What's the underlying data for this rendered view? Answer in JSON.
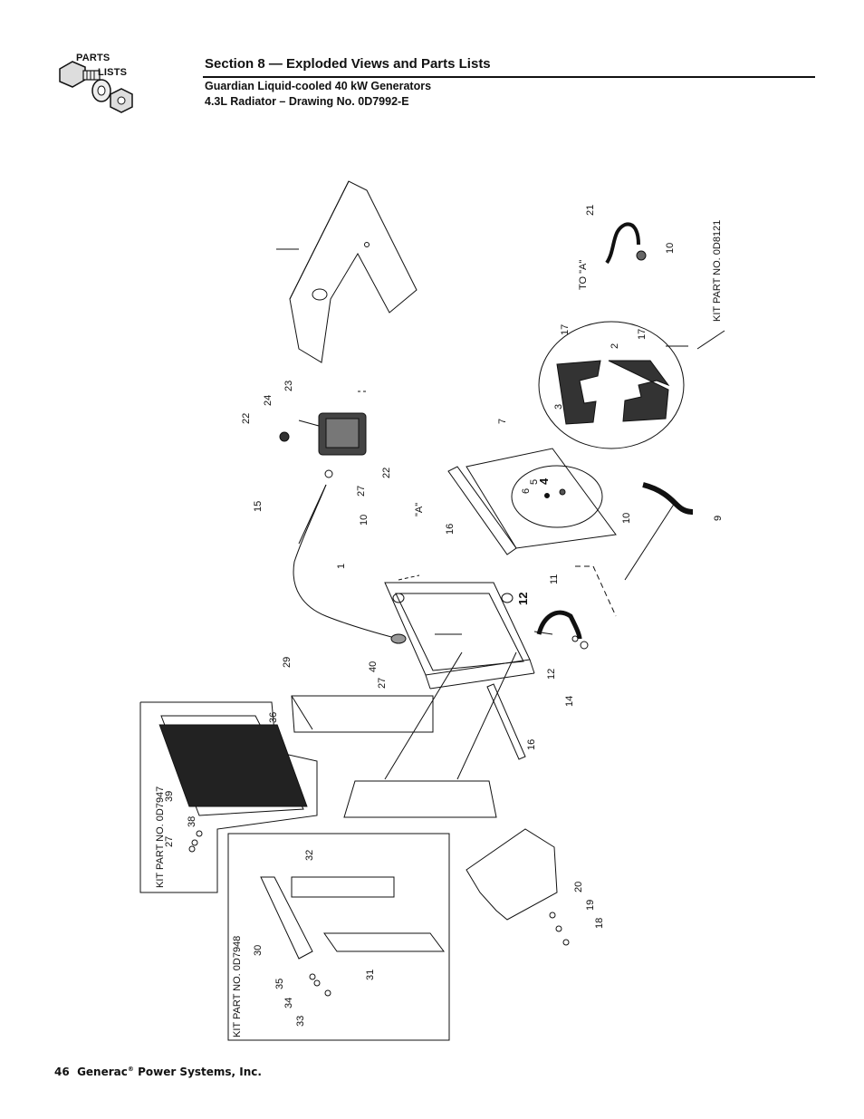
{
  "logo": {
    "line1": "PARTS",
    "line2": "LISTS",
    "icon": "bolt-washer-nut-icon"
  },
  "header": {
    "section_title": "Section 8 — Exploded Views and Parts Lists",
    "subtitle_1": "Guardian Liquid-cooled 40 kW Generators",
    "subtitle_2": "4.3L Radiator – Drawing No. 0D7992-E"
  },
  "drawing": {
    "kit_labels": {
      "kit_0d8121": "KIT PART NO. 0D8121",
      "kit_0d7947": "KIT PART NO. 0D7947",
      "kit_0d7948": "KIT PART NO. 0D7948"
    },
    "reference_labels": {
      "to_a": "TO \"A\"",
      "a": "\"A\""
    },
    "callouts": [
      "1",
      "2",
      "3",
      "4",
      "5",
      "6",
      "7",
      "9",
      "10",
      "10",
      "10",
      "11",
      "12",
      "12",
      "14",
      "15",
      "16",
      "16",
      "17",
      "17",
      "18",
      "19",
      "20",
      "21",
      "22",
      "22",
      "23",
      "24",
      "27",
      "27",
      "27",
      "29",
      "30",
      "31",
      "32",
      "33",
      "34",
      "35",
      "36",
      "38",
      "39",
      "40"
    ]
  },
  "footer": {
    "page_number": "46",
    "company": "Generac",
    "registered": "®",
    "company_suffix": "Power Systems, Inc."
  }
}
